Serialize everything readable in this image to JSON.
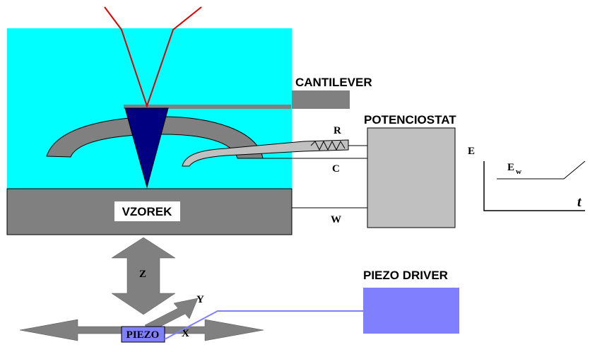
{
  "labels": {
    "cantilever": "CANTILEVER",
    "potenciostat": "POTENCIOSTAT",
    "vzorek": "VZOREK",
    "piezo_driver": "PIEZO DRIVER",
    "piezo": "PIEZO",
    "axis_z": "Z",
    "axis_y": "Y",
    "axis_x": "X",
    "electrode_r": "R",
    "electrode_c": "C",
    "electrode_w": "W",
    "graph_e": "E",
    "graph_ew_main": "E",
    "graph_ew_sub": "w",
    "graph_t": "t"
  },
  "colors": {
    "liquid": "#00ffff",
    "sample": "#808080",
    "tip": "#000080",
    "laser": "#e00000",
    "potentiostat": "#c0c0c0",
    "piezo_driver": "#8080ff",
    "piezo_box": "#8080ff",
    "piezo_wire": "#8080ff",
    "arrows": "#808080"
  }
}
